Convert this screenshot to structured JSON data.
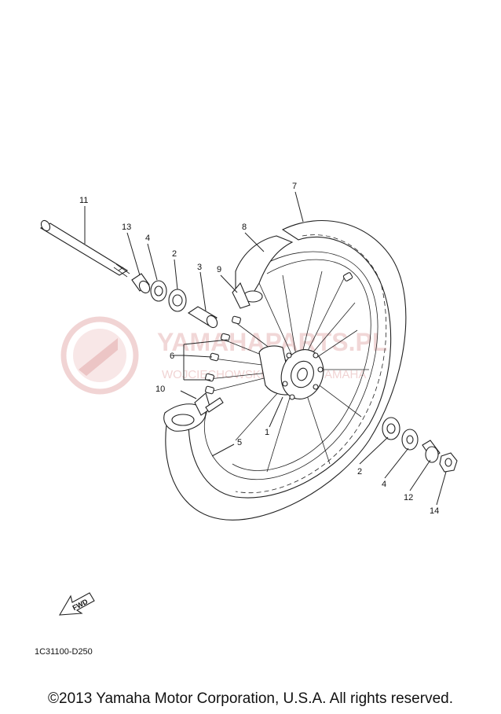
{
  "watermark": {
    "text": "YAMAHAPARTS.PL",
    "sub": "WOJCIECHOWSKI DEALER YAMAHA"
  },
  "callouts": [
    "1",
    "2",
    "2",
    "3",
    "4",
    "4",
    "5",
    "6",
    "7",
    "8",
    "9",
    "10",
    "11",
    "12",
    "13",
    "14"
  ],
  "labels": {
    "c1": "1",
    "c2a": "2",
    "c2b": "2",
    "c3": "3",
    "c4a": "4",
    "c4b": "4",
    "c5": "5",
    "c6": "6",
    "c7": "7",
    "c8": "8",
    "c9": "9",
    "c10": "10",
    "c11": "11",
    "c12": "12",
    "c13": "13",
    "c14": "14"
  },
  "fwd_label": "FWD",
  "diagram_code": "1C31100-D250",
  "copyright": "©2013 Yamaha Motor Corporation, U.S.A. All rights reserved.",
  "colors": {
    "watermark": "#e7b7b7",
    "line": "#222222"
  }
}
